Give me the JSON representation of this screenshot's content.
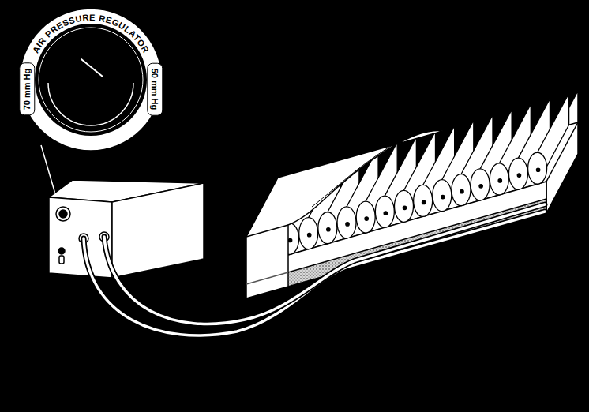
{
  "diagram": {
    "nodes": [
      {
        "text": [
          "AIR PRESSURE REGULATOR",
          "70 mm Hg",
          "50 mm Hg"
        ]
      }
    ]
  }
}
